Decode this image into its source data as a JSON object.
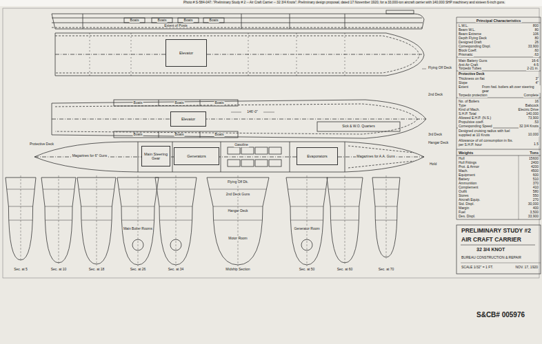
{
  "diagram": {
    "nodes": [
      {
        "text": [
          "Elevator"
        ]
      },
      {
        "text": [
          "Elevator"
        ]
      },
      {
        "text": [
          "Main Steering Gear"
        ]
      },
      {
        "text": [
          "Generators"
        ]
      },
      {
        "text": [
          "Evaporators"
        ]
      }
    ],
    "labels": [
      "Photo # S-584-047: \"Preliminary Study # 2 -- Air Craft Carrier -- 32 3/4 Knots\". Preliminary design proposal, dated 17 November 1920, for a 33,000-ton aircraft carrier with 140,000 SHP machinery and sixteen 6-inch guns.",
      "Boats",
      "Boats",
      "Boats",
      "Boats",
      "Extent of Posts",
      "Flying Off Deck",
      "2nd Deck",
      "3rd Deck",
      "Hangar Deck",
      "Hold",
      "Boats",
      "Boats",
      "Boats",
      "Boats",
      "Boats",
      "Boats",
      "146'-0\"",
      "Sick & W.O. Quarters",
      "Protective Deck",
      "Magazines for 6\" Guns",
      "Magazines for A.A. Guns",
      "Gasoline",
      "Sec. at 5",
      "Sec. at 10",
      "Sec. at 18",
      "Sec. at 26",
      "Sec. at 34",
      "Midship Section",
      "Sec. at 50",
      "Sec. at 60",
      "Sec. at 70",
      "Flying Off Dk.",
      "2nd Deck Guns",
      "Hangar Deck",
      "Main Boiler Rooms",
      "Motor Room",
      "Generator Room",
      "Principal Characteristics",
      "L.W.L.",
      "800",
      "Beam W.L.",
      "80",
      "Beam Extreme",
      "106",
      "Depth Flying Deck",
      "80",
      "Designed Draft",
      "26",
      "Corresponding Displ.",
      "33,900",
      "Block Coeff.",
      ".60",
      "Prismatic",
      ".63",
      "Main Battery Guns",
      "16-6",
      "Anti Air Craft",
      "4-5",
      "Torpedo Tubes",
      "2-21 in.",
      "Protective Deck",
      "Thickness on flat",
      "3\"",
      "Slope",
      "4\"",
      "Extent",
      "From fwd. boilers aft over steering gear",
      "Torpedo protection",
      "Complete",
      "No. of Boilers",
      "16",
      "Type",
      "Babcock",
      "Kind of Mach.",
      "Electric Drive",
      "S.H.P. Total",
      "140,000",
      "Allowed E.H.P. (N.S.)",
      "73,900",
      "Propulsive coeff.",
      ".53",
      "Corresponding Speed",
      "32 3/4 Knots",
      "Designed cruising radius with fuel supplied at 10 Knots",
      "10,000",
      "Allowance of oil consumption in lbs. per S.H.P. hour",
      "1.5",
      "Weights",
      "Tons",
      "Hull",
      "15600",
      "Hull Fittings",
      "2400",
      "Prot. & Armor",
      "4200",
      "Mach.",
      "4500",
      "Equipment",
      "600",
      "Battery",
      "510",
      "Ammunition",
      "370",
      "Complement",
      "410",
      "Outfit",
      "580",
      "Stores",
      "550",
      "Aircraft Equip.",
      "270",
      "Std. Displ.",
      "30,000",
      "Margin",
      "400",
      "Fuel",
      "3,500",
      "Des. Displ.",
      "33,900",
      "PRELIMINARY STUDY #2",
      "AIR CRAFT CARRIER",
      "32 3/4 KNOT",
      "BUREAU CONSTRUCTION & REPAIR",
      "SCALE 1/32\" = 1 FT.",
      "NOV. 17, 1920",
      "S&CB# 005976"
    ]
  }
}
